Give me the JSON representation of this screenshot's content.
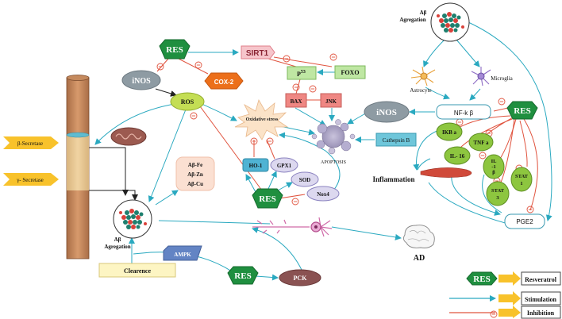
{
  "nodes": {
    "res_top": "RES",
    "inos_left": "iNOS",
    "cox2": "COX-2",
    "ros": "ROS",
    "sirt1": "SIRT1",
    "p53_base": "P",
    "p53_sup": "53",
    "foxo": "FOXO",
    "bax": "BAX",
    "jnk": "JNK",
    "oxidative_stress": "Oxidative stress",
    "ho1": "HO-1",
    "gpx1": "GPX1",
    "sod": "SOD",
    "nox4": "Nox4",
    "res_mid": "RES",
    "apoptosis": "APOPTOSIS",
    "inos_right": "iNOS",
    "cathepsin_b": "Cathepsin B",
    "beta_secretase": "β-Secretase",
    "gamma_secretase": "γ- Secretase",
    "abeta_fe": "Aβ-Fe",
    "abeta_zn": "Aβ-Zn",
    "abeta_cu": "Aβ-Cu",
    "abeta_agg_left_1": "Aβ",
    "abeta_agg_left_2": "Agregation",
    "abeta_agg_right_1": "Aβ",
    "abeta_agg_right_2": "Agregation",
    "clearence": "Clearence",
    "ampk": "AMPK",
    "res_bottom": "RES",
    "pck": "PCK",
    "ad": "AD",
    "astrocyte": "Astrocyte",
    "microglia": "Microglia",
    "nfkb": "NF-k β",
    "res_right": "RES",
    "ikba": "IKB a",
    "tnfa": "TNF a",
    "il16": "IL- 16",
    "il1b_1": "IL",
    "il1b_2": "-1",
    "il1b_3": "β",
    "stat1_1": "STAT",
    "stat1_2": "1",
    "stat3_1": "STAT",
    "stat3_2": "3",
    "inflammation": "Inflammation",
    "pge2": "PGE2"
  },
  "legend": {
    "res": "RES",
    "resveratrol": "Resveratrol",
    "stimulation": "Stimulation",
    "inhibition": "Inhibition"
  },
  "inhibit_symbol": "⊖",
  "colors": {
    "stimulation": "#2aa9c0",
    "inhibition": "#e0533e",
    "res_green": "#1f8f3f",
    "node_green": "#8dc63f",
    "inos_gray": "#8e9ba3",
    "cox2_orange": "#ec6f1a",
    "sirt1_pink": "#f6c5cb",
    "bax_red": "#ef8783",
    "ho1_blue": "#4fb3d3",
    "lavender": "#dcd8ef",
    "clearence_yellow": "#fdf5c3",
    "ampk_blue": "#6384c4",
    "pck_brown": "#8a5252",
    "arrow_yellow": "#f8c22b"
  }
}
